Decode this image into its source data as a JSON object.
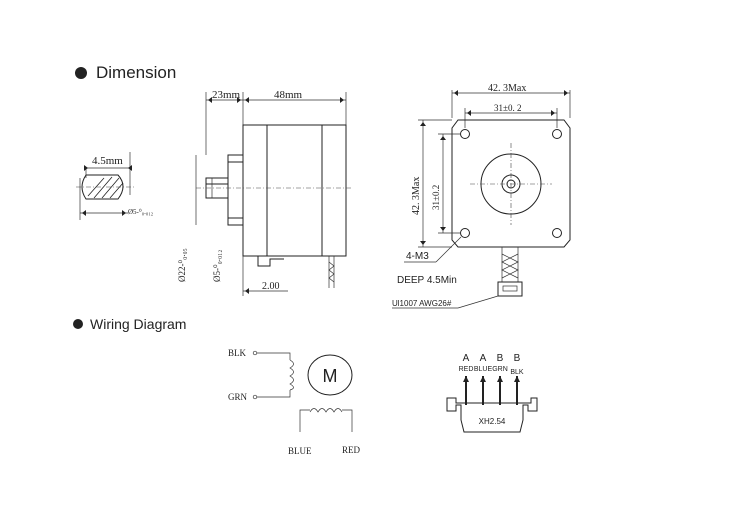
{
  "sections": {
    "dimension": {
      "title": "Dimension"
    },
    "wiring": {
      "title": "Wiring Diagram"
    }
  },
  "shaft_section": {
    "width_label": "4.5mm",
    "dia_label": "Ø5-⁰₀.₀₁₂"
  },
  "side_view": {
    "boss_length": "23mm",
    "body_length": "48mm",
    "offset": "2.00",
    "boss_dia": "Ø22-⁰₀.₀₅",
    "shaft_dia": "Ø5-⁰₀.₀₁₂"
  },
  "front_view": {
    "width_max": "42. 3Max",
    "hole_pitch_h": "31±0. 2",
    "height_max": "42. 3Max",
    "hole_pitch_v": "31±0.2",
    "screw": "4-M3",
    "depth": "DEEP 4.5Min",
    "cable": "Ul1007  AWG26#"
  },
  "wiring": {
    "left_labels": [
      "BLK",
      "GRN"
    ],
    "bottom_labels": [
      "BLUE",
      "RED"
    ],
    "motor_symbol": "M",
    "phases": [
      "A",
      "A",
      "B",
      "B"
    ],
    "wire_colors": [
      "RED",
      "BLUE",
      "GRN",
      "BLK"
    ],
    "connector": "XH2.54"
  }
}
